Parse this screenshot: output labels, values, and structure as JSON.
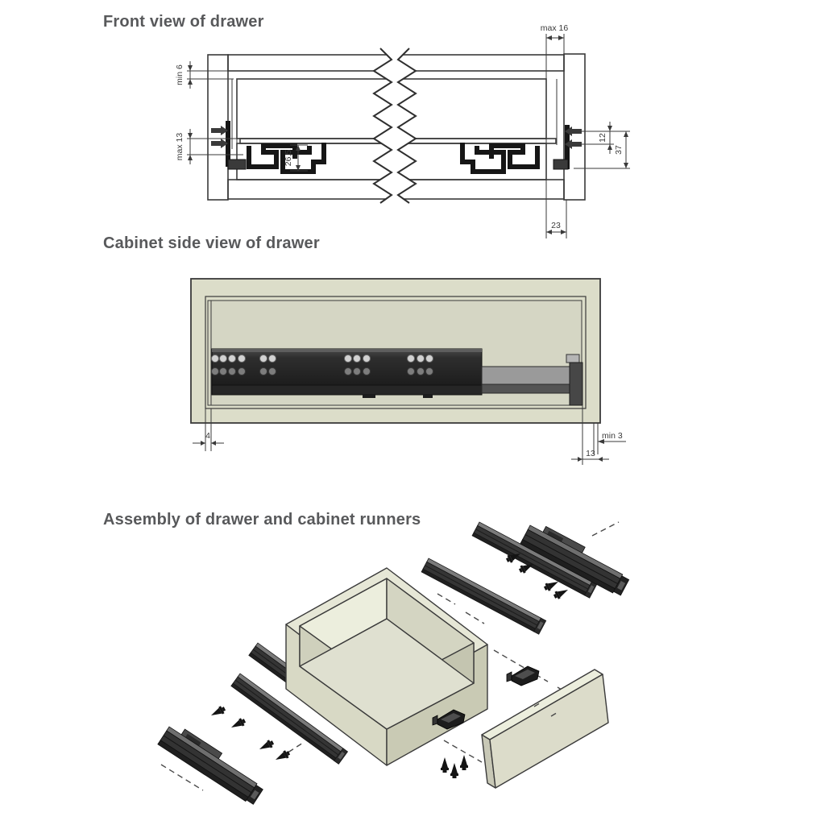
{
  "titles": {
    "front": "Front view of drawer",
    "side": "Cabinet side view of drawer",
    "assembly": "Assembly of drawer and cabinet runners"
  },
  "front_dims": {
    "min6": "min 6",
    "max13": "max 13",
    "depth265": "26,5",
    "max16": "max 16",
    "d12": "12",
    "d37": "37",
    "d23": "23"
  },
  "side_dims": {
    "d4": "4",
    "min3": "min 3",
    "d13": "13"
  },
  "colors": {
    "wood_light": "#dcddc9",
    "wood_mid": "#d3d4be",
    "panel_inner": "#d5d6c4",
    "outline": "#3a3a3a",
    "runner_dark": "#2b2b2b",
    "title_text": "#58595b",
    "background": "#ffffff"
  }
}
